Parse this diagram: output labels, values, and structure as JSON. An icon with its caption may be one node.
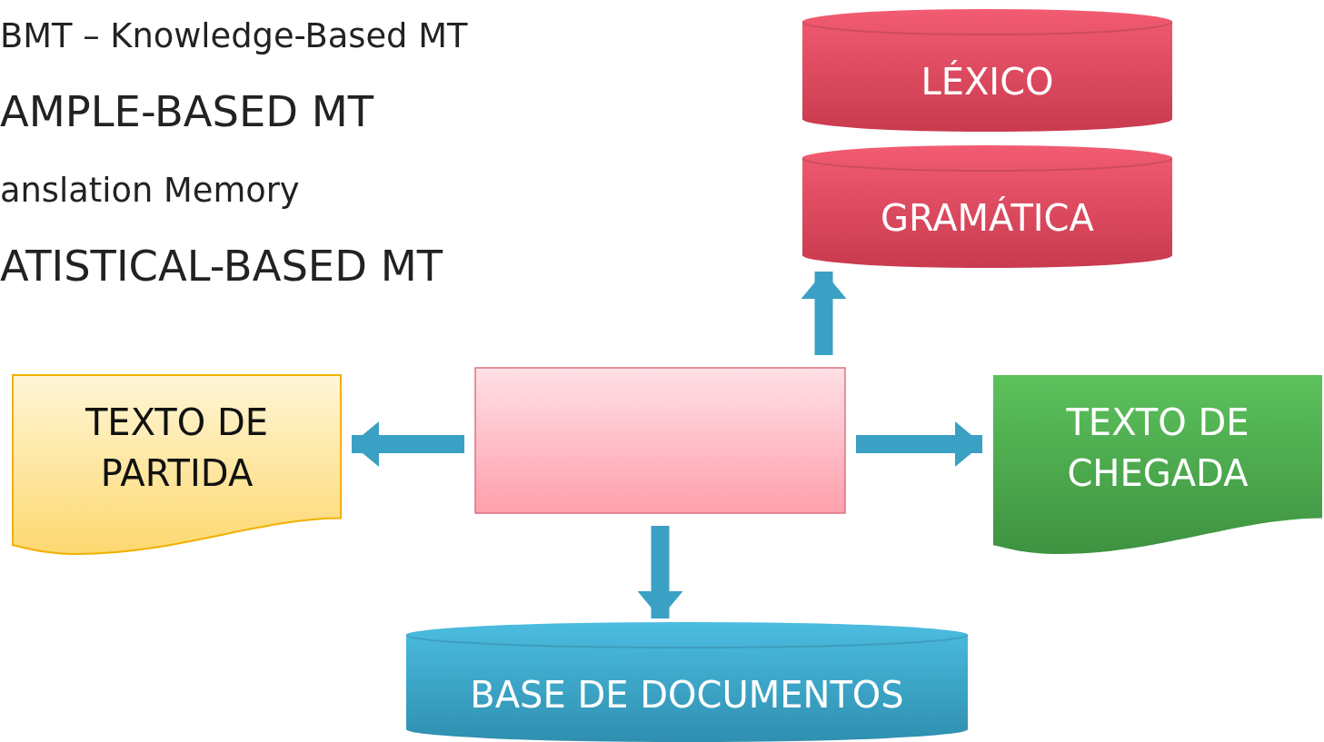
{
  "diagram": {
    "nodes": [
      {
        "text": [
          "LÉXICO"
        ]
      },
      {
        "text": [
          "GRAMÁTICA"
        ]
      },
      {
        "text": [],
        "shape": "box"
      },
      {
        "text": [
          "TEXTO DE PARTIDA"
        ]
      },
      {
        "text": [
          "TEXTO DE CHEGADA"
        ]
      },
      {
        "text": [
          "BASE DE DOCUMENTOS"
        ]
      }
    ],
    "edges": [
      {
        "from": 2,
        "to": 1,
        "arrow": "to"
      },
      {
        "from": 2,
        "to": 3,
        "arrow": "to"
      },
      {
        "from": 2,
        "to": 4,
        "arrow": "to"
      },
      {
        "from": 2,
        "to": 5,
        "arrow": "to"
      }
    ],
    "labels": [
      "BMT – Knowledge-Based MT",
      "AMPLE-BASED MT",
      "anslation Memory",
      "ATISTICAL-BASED MT"
    ]
  }
}
